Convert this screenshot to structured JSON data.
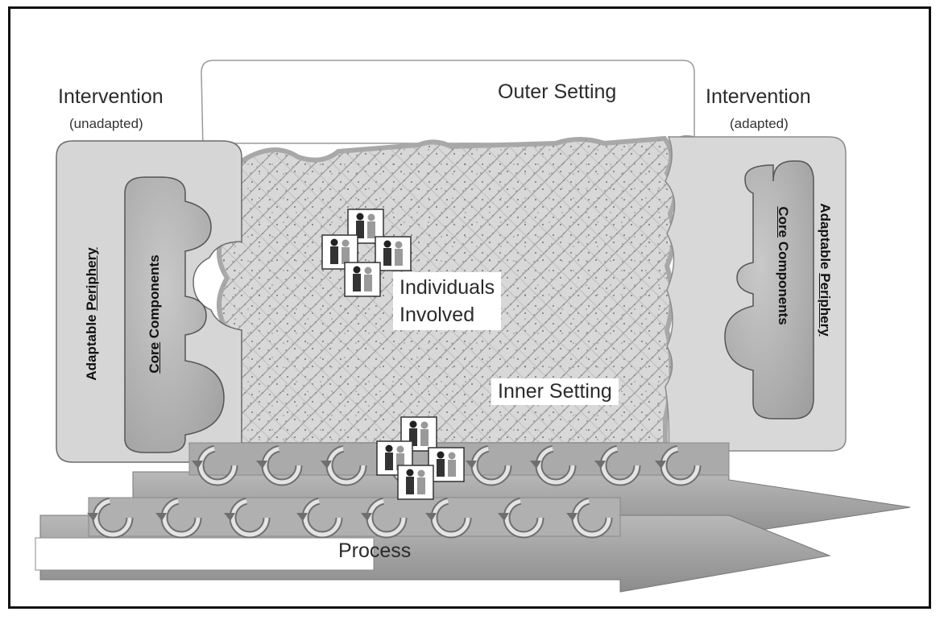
{
  "outer_setting": {
    "label": "Outer Setting"
  },
  "inner_setting": {
    "label": "Inner Setting"
  },
  "individuals": {
    "line1": "Individuals",
    "line2": "Involved"
  },
  "process": {
    "label": "Process"
  },
  "intervention_left": {
    "title": "Intervention",
    "subtitle": "(unadapted)",
    "periphery_prefix": "Adaptable ",
    "periphery_underlined": "Periphery",
    "core_underlined": "Core",
    "core_suffix": " Components"
  },
  "intervention_right": {
    "title": "Intervention",
    "subtitle": "(adapted)",
    "periphery_prefix": "Adaptable ",
    "periphery_underlined": "Periphery",
    "core_underlined": "Core",
    "core_suffix": " Components"
  },
  "colors": {
    "shape_fill": "#d4d4d4",
    "core_fill": "#b8b8b8",
    "texture_bg": "#dcdcdc",
    "arrow_fill": "#a9a9a9",
    "border": "#555555"
  },
  "icons": [
    "people-group-icon",
    "cycle-arrow-icon",
    "process-arrow-icon"
  ]
}
